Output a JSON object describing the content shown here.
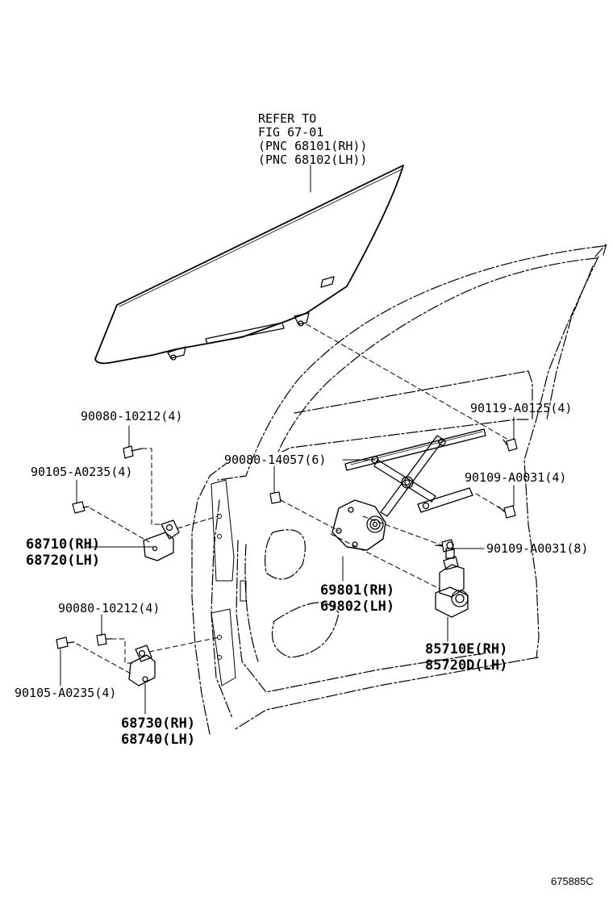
{
  "labels": {
    "ref1": "REFER TO",
    "ref2": "FIG 67-01",
    "ref3": "(PNC 68101(RH))",
    "ref4": "(PNC 68102(LH))",
    "p90119": "90119-A0125(4)",
    "p90080_10212_a": "90080-10212(4)",
    "p90080_14057": "90080-14057(6)",
    "p90105_a": "90105-A0235(4)",
    "p90109_4": "90109-A0031(4)",
    "p68710": "68710(RH)",
    "p68720": "68720(LH)",
    "p90109_8": "90109-A0031(8)",
    "p69801": "69801(RH)",
    "p69802": "69802(LH)",
    "p90080_10212_b": "90080-10212(4)",
    "p85710": "85710E(RH)",
    "p85720": "85720D(LH)",
    "p90105_b": "90105-A0235(4)",
    "p68730": "68730(RH)",
    "p68740": "68740(LH)"
  },
  "figure_code": "675885C",
  "colors": {
    "line": "#000000",
    "background": "#ffffff"
  }
}
